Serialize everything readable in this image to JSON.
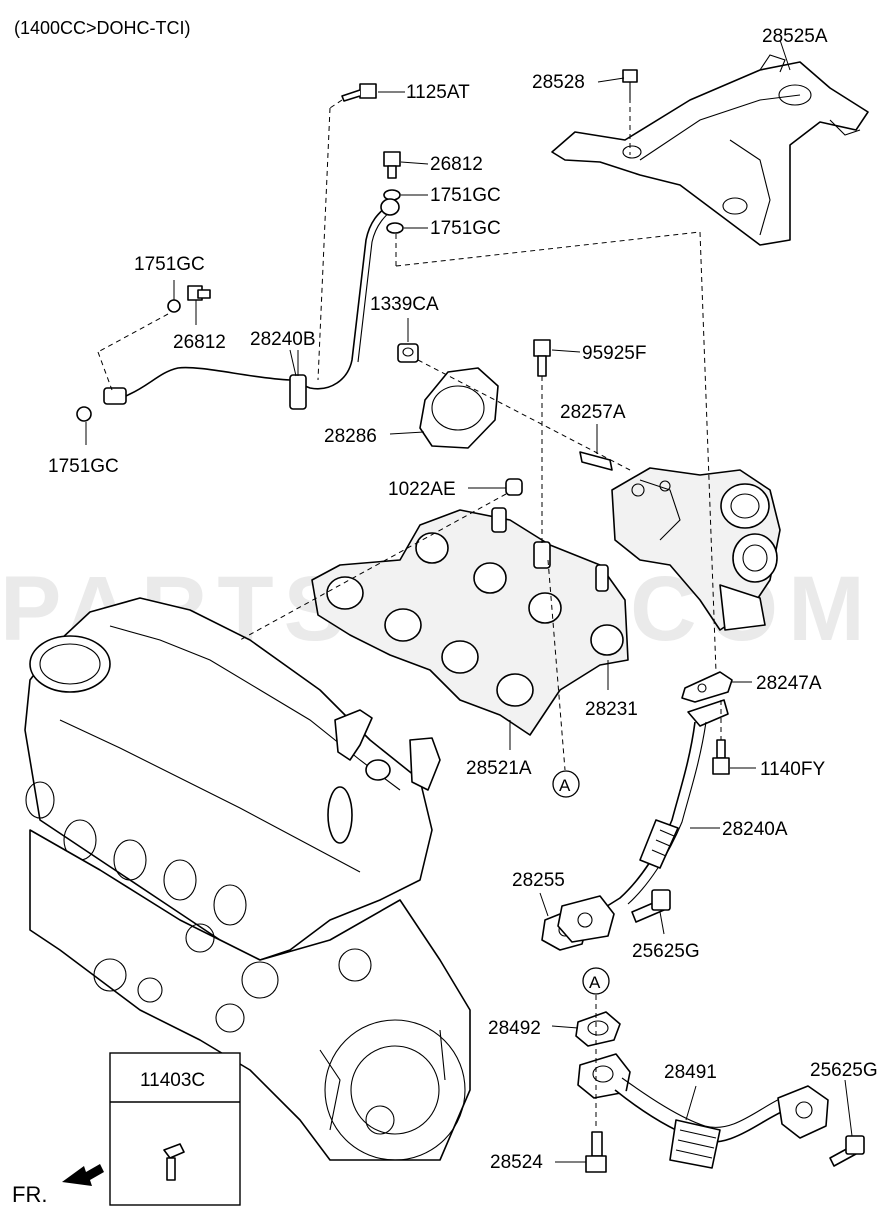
{
  "title": "(1400CC>DOHC-TCI)",
  "watermark": "PARTSOUQ.COM",
  "front_label": "FR.",
  "part_labels": [
    "28525A",
    "28528",
    "1125AT",
    "26812",
    "1751GC",
    "1751GC",
    "1751GC",
    "26812",
    "28240B",
    "1339CA",
    "95925F",
    "28286",
    "28257A",
    "1751GC",
    "1022AE",
    "28231",
    "28247A",
    "28521A",
    "1140FY",
    "28240A",
    "28255",
    "25625G",
    "28492",
    "28491",
    "25625G",
    "28524"
  ],
  "ref_circles": [
    "A",
    "A"
  ],
  "legend_box": {
    "part_no": "11403C"
  }
}
